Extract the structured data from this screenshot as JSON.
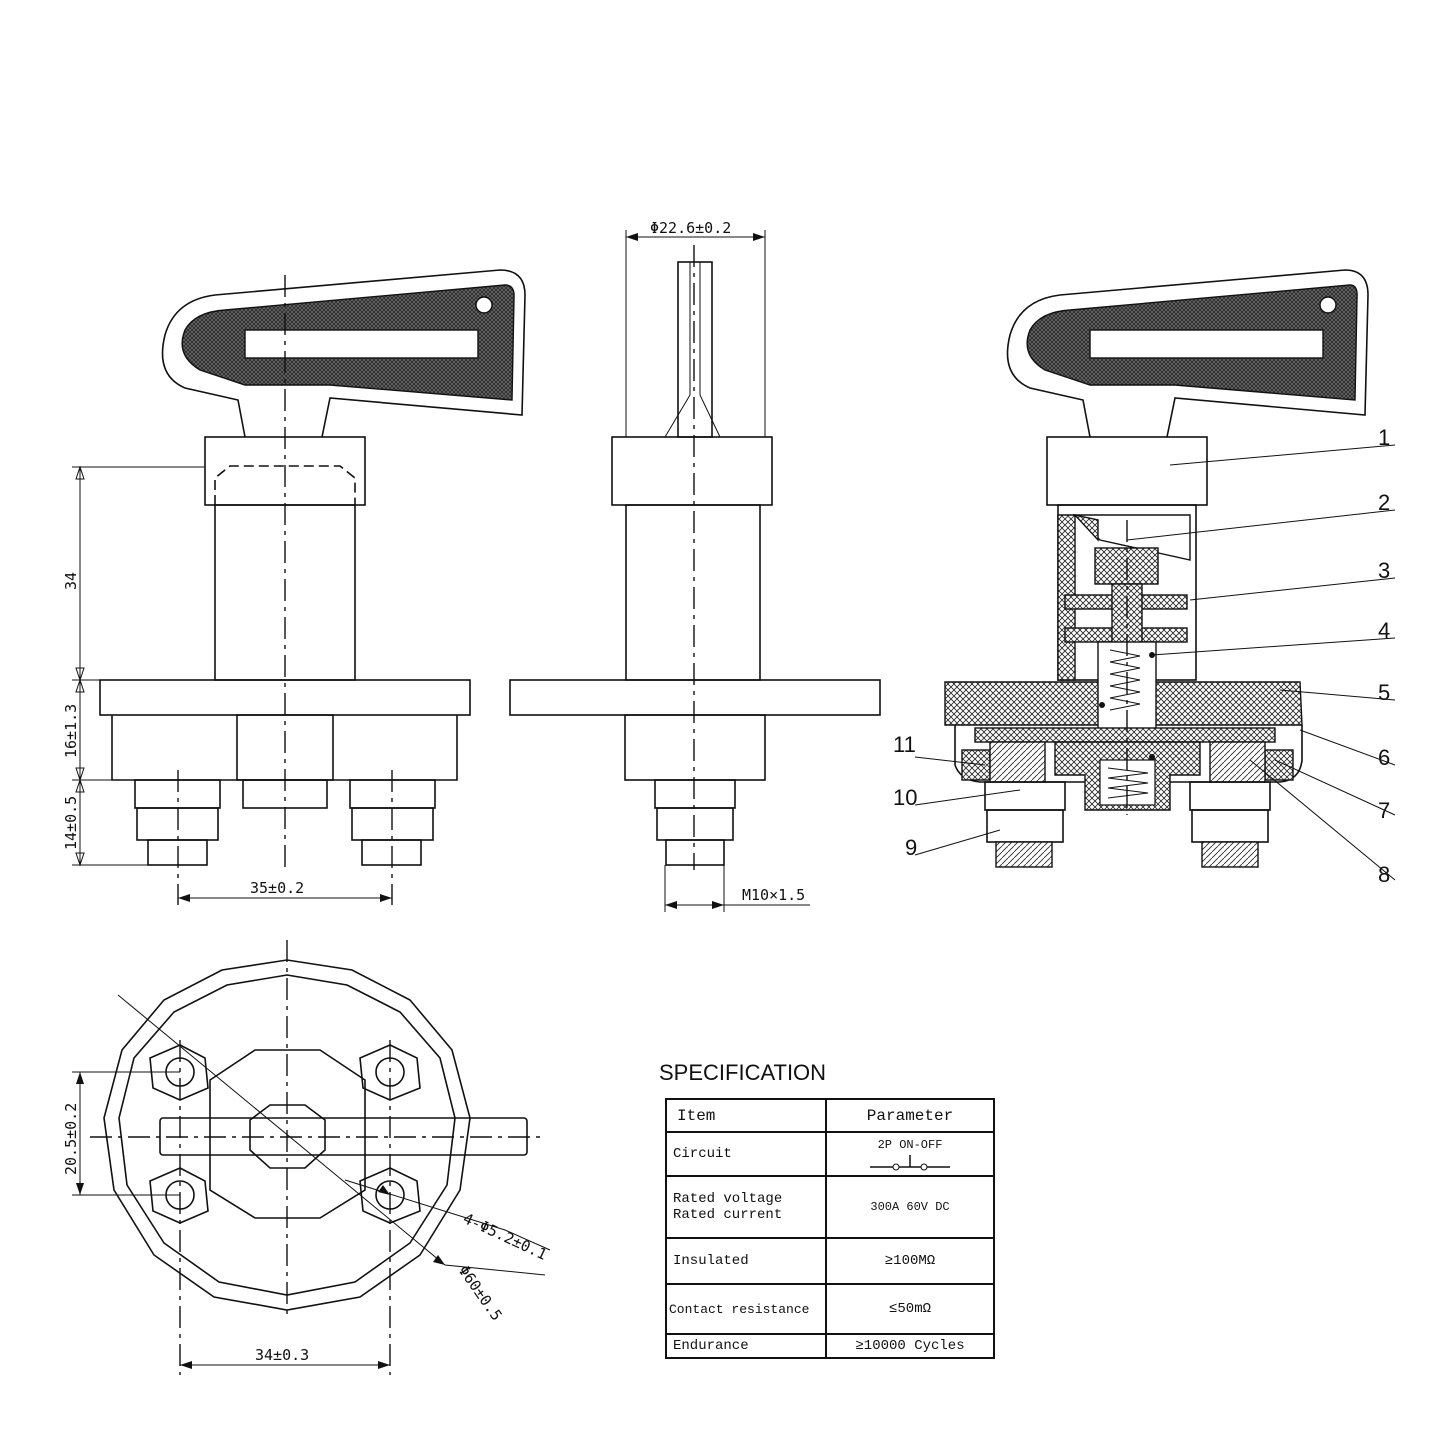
{
  "dimensions": {
    "shaft_diameter": "Φ22.6±0.2",
    "height_34": "34",
    "flange_height": "16±1.3",
    "stud_height": "14±0.5",
    "stud_spacing": "35±0.2",
    "thread": "M10×1.5",
    "hole_spacing_vertical": "20.5±0.2",
    "hole_diameter": "4-Φ5.2±0.1",
    "base_diameter": "Φ60±0.5",
    "hole_spacing_horizontal": "34±0.3"
  },
  "part_labels": [
    "1",
    "2",
    "3",
    "4",
    "5",
    "6",
    "7",
    "8",
    "9",
    "10",
    "11"
  ],
  "specification": {
    "title": "SPECIFICATION",
    "header": {
      "item": "Item",
      "parameter": "Parameter"
    },
    "rows": [
      {
        "item": "Circuit",
        "parameter": "2P  ON-OFF"
      },
      {
        "item": "Rated voltage",
        "item2": "Rated current",
        "parameter": "300A 60V  DC"
      },
      {
        "item": "Insulated",
        "parameter": "≥100MΩ"
      },
      {
        "item": "Contact resistance",
        "parameter": "≤50mΩ"
      },
      {
        "item": "Endurance",
        "parameter": "≥10000  Cycles"
      }
    ]
  }
}
